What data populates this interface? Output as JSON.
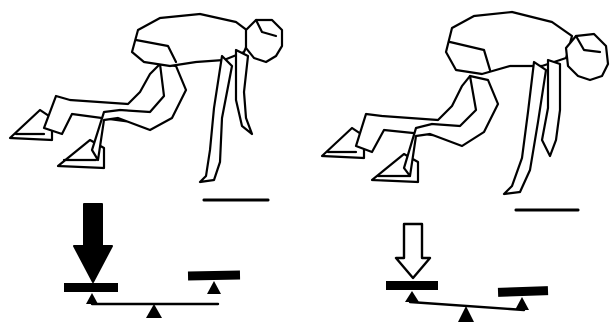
{
  "panels": [
    {
      "id": "left",
      "figure": "athlete-crouched-in-starting-blocks-hands-lifted",
      "arrow": {
        "style": "filled",
        "direction": "down",
        "color": "#000000"
      },
      "balance": {
        "tilt": "down-on-left"
      }
    },
    {
      "id": "right",
      "figure": "athlete-crouched-in-starting-blocks-hands-near-ground",
      "arrow": {
        "style": "outline",
        "direction": "down",
        "color": "#000000"
      },
      "balance": {
        "tilt": "left-raised-slightly"
      }
    }
  ],
  "colors": {
    "ink": "#000000",
    "paper": "#ffffff"
  }
}
